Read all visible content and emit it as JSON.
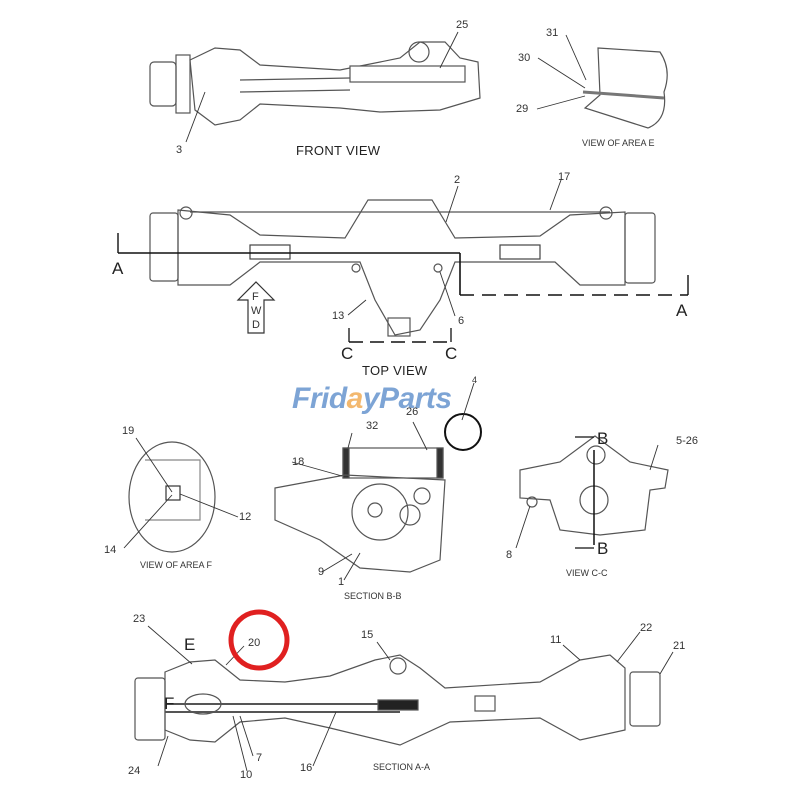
{
  "watermark": {
    "part1": "Frid",
    "check": "a",
    "part2": "y",
    "part3": "Parts",
    "color": "#6f9bd1",
    "accent": "#f2b15f"
  },
  "views": {
    "front": {
      "title": "FRONT VIEW",
      "callouts": [
        "3",
        "25"
      ]
    },
    "area_e": {
      "title": "VIEW OF AREA E",
      "callouts": [
        "31",
        "30",
        "29"
      ]
    },
    "top": {
      "title": "TOP VIEW",
      "callouts": [
        "2",
        "17",
        "13",
        "6"
      ],
      "section_marks": [
        "A",
        "A",
        "C",
        "C"
      ],
      "fwd_letters": [
        "F",
        "W",
        "D"
      ]
    },
    "area_f": {
      "title": "VIEW OF AREA F",
      "callouts": [
        "19",
        "12",
        "14"
      ]
    },
    "section_bb": {
      "title": "SECTION B-B",
      "callouts": [
        "4",
        "26",
        "32",
        "18",
        "9",
        "1"
      ]
    },
    "view_cc": {
      "title": "VIEW C-C",
      "callouts": [
        "5-26",
        "8"
      ],
      "section_marks": [
        "B",
        "B"
      ]
    },
    "section_aa": {
      "title": "SECTION A-A",
      "callouts": [
        "23",
        "20",
        "15",
        "11",
        "22",
        "21",
        "24",
        "10",
        "7",
        "16"
      ],
      "area_marks": [
        "E",
        "F"
      ]
    }
  },
  "highlight": {
    "callout": "20",
    "color": "#e02020"
  }
}
